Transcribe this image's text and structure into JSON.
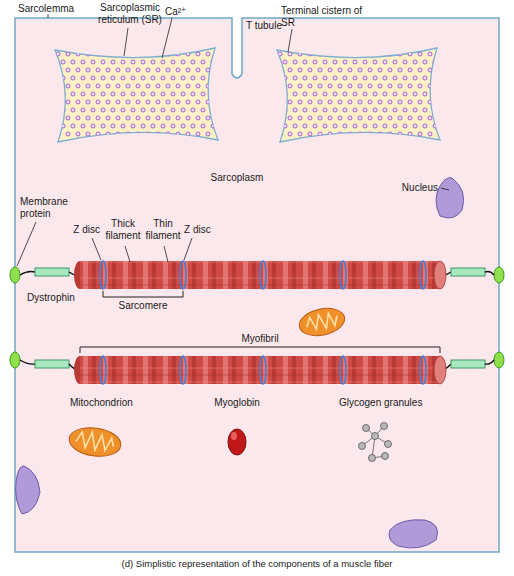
{
  "diagram": {
    "caption": "(d) Simplistic representation of the components of a muscle fiber",
    "labels": [
      "Sarcolemma",
      "Sarcoplasmic reticulum (SR)",
      "Ca²⁺",
      "T tubule",
      "Terminal cistern of SR",
      "Sarcoplasm",
      "Nucleus",
      "Membrane protein",
      "Z disc",
      "Thick filament",
      "Thin filament",
      "Z disc",
      "Dystrophin",
      "Sarcomere",
      "Myofibril",
      "Mitochondrion",
      "Myoglobin",
      "Glycogen granules"
    ]
  }
}
